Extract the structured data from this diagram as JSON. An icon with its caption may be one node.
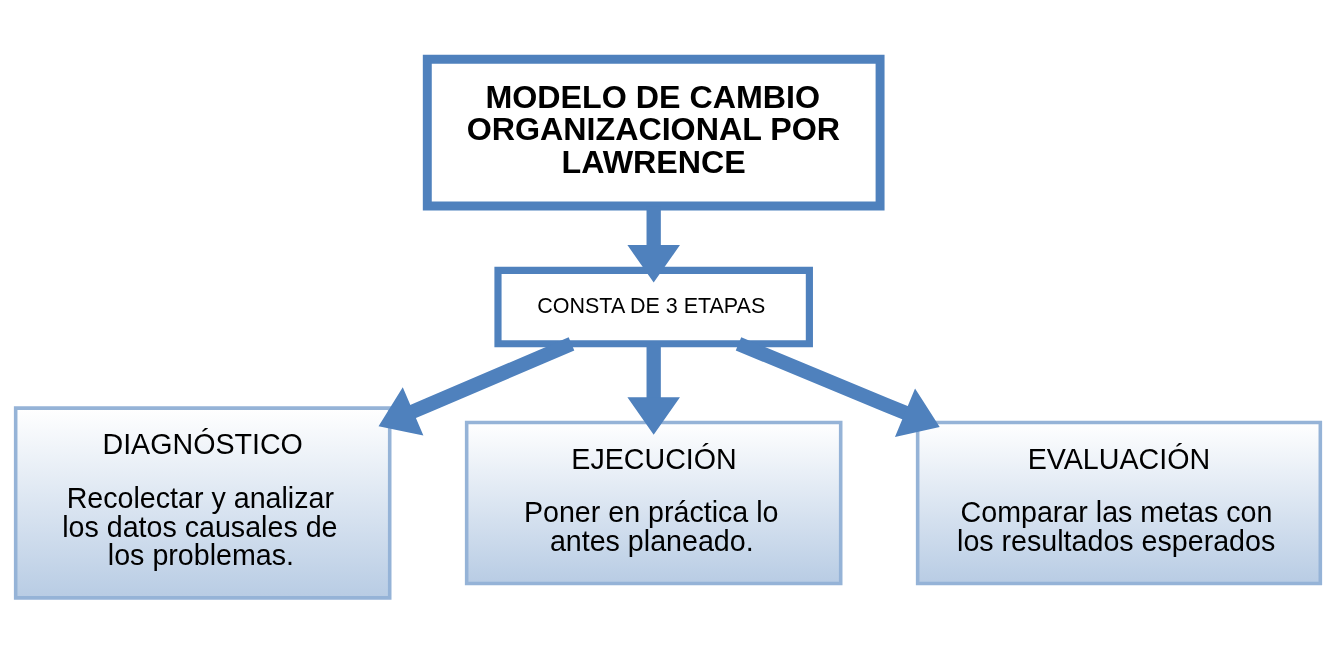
{
  "diagram": {
    "nodes": [
      {
        "text": [
          "MODELO DE CAMBIO ORGANIZACIONAL POR LAWRENCE"
        ]
      },
      {
        "text": [
          "CONSTA DE 3 ETAPAS"
        ]
      },
      {
        "text": [
          "DIAGNÓSTICO",
          "Recolectar y analizar los datos causales de los problemas."
        ]
      },
      {
        "text": [
          "EJECUCIÓN",
          "Poner en práctica lo antes planeado."
        ]
      },
      {
        "text": [
          "EVALUACIÓN",
          "Comparar las metas con los resultados esperados"
        ]
      }
    ],
    "edges": [
      {
        "from": 0,
        "to": 1,
        "arrow": "to"
      },
      {
        "from": 1,
        "to": 2,
        "arrow": "to"
      },
      {
        "from": 1,
        "to": 3,
        "arrow": "to"
      },
      {
        "from": 1,
        "to": 4,
        "arrow": "to"
      }
    ]
  }
}
